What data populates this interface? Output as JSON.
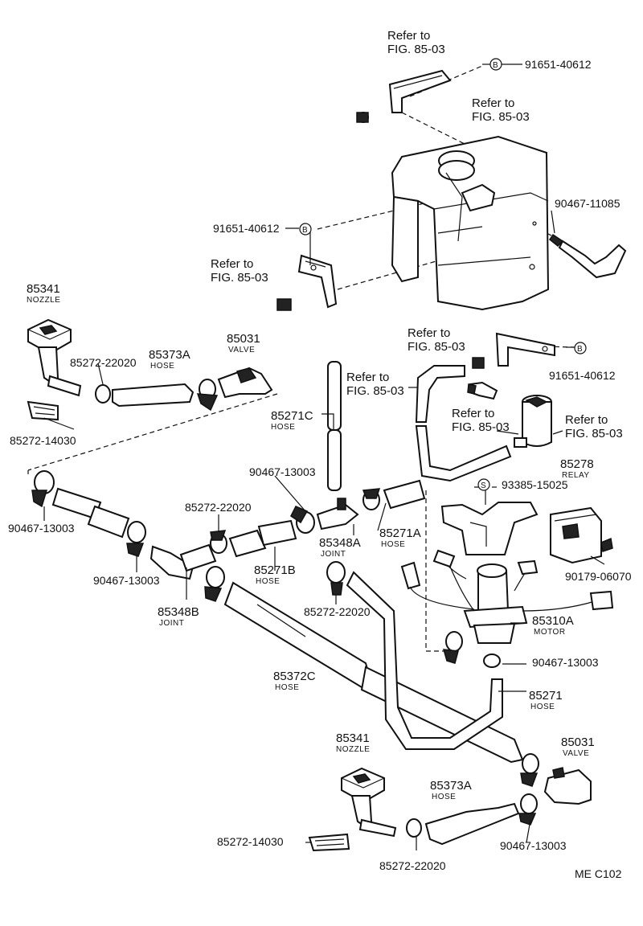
{
  "labels": {
    "ref_top1": "Refer to",
    "ref_top1b": "FIG. 85-03",
    "ref_top2": "Refer to",
    "ref_top2b": "FIG. 85-03",
    "ref_left": "Refer to",
    "ref_leftb": "FIG. 85-03",
    "ref_mid": "Refer to",
    "ref_midb": "FIG. 85-03",
    "ref_hose": "Refer to",
    "ref_hoseb": "FIG. 85-03",
    "ref_pump1": "Refer to",
    "ref_pump1b": "FIG. 85-03",
    "ref_pump2": "Refer to",
    "ref_pump2b": "FIG. 85-03",
    "pn_91651_top": "91651-40612",
    "pn_91651_left": "91651-40612",
    "pn_91651_right": "91651-40612",
    "pn_90467_11085": "90467-11085",
    "badge_b": "B",
    "badge_s": "S",
    "nozzle1_num": "85341",
    "nozzle1_sub": "NOZZLE",
    "clamp_22020_a": "85272-22020",
    "hose_85373a_1": "85373A",
    "hose_85373a_1_sub": "HOSE",
    "valve1_num": "85031",
    "valve1_sub": "VALVE",
    "clip_14030_a": "85272-14030",
    "hose_85271c": "85271C",
    "hose_85271c_sub": "HOSE",
    "pn_90467_13003_a": "90467-13003",
    "pn_90467_13003_b": "90467-13003",
    "pn_90467_13003_c": "90467-13003",
    "pn_90467_13003_d": "90467-13003",
    "pn_90467_13003_e": "90467-13003",
    "clamp_22020_b": "85272-22020",
    "clamp_22020_c": "85272-22020",
    "clamp_22020_d": "85272-22020",
    "joint_85348a": "85348A",
    "joint_85348a_sub": "JOINT",
    "hose_85271a": "85271A",
    "hose_85271a_sub": "HOSE",
    "hose_85271b": "85271B",
    "hose_85271b_sub": "HOSE",
    "joint_85348b": "85348B",
    "joint_85348b_sub": "JOINT",
    "pn_93385": "93385-15025",
    "relay_num": "85278",
    "relay_sub": "RELAY",
    "pn_90179": "90179-06070",
    "motor_num": "85310A",
    "motor_sub": "MOTOR",
    "hose_85372c": "85372C",
    "hose_85372c_sub": "HOSE",
    "hose_85271": "85271",
    "hose_85271_sub": "HOSE",
    "nozzle2_num": "85341",
    "nozzle2_sub": "NOZZLE",
    "hose_85373a_2": "85373A",
    "hose_85373a_2_sub": "HOSE",
    "valve2_num": "85031",
    "valve2_sub": "VALVE",
    "clip_14030_b": "85272-14030",
    "footer_code": "ME  C102"
  }
}
